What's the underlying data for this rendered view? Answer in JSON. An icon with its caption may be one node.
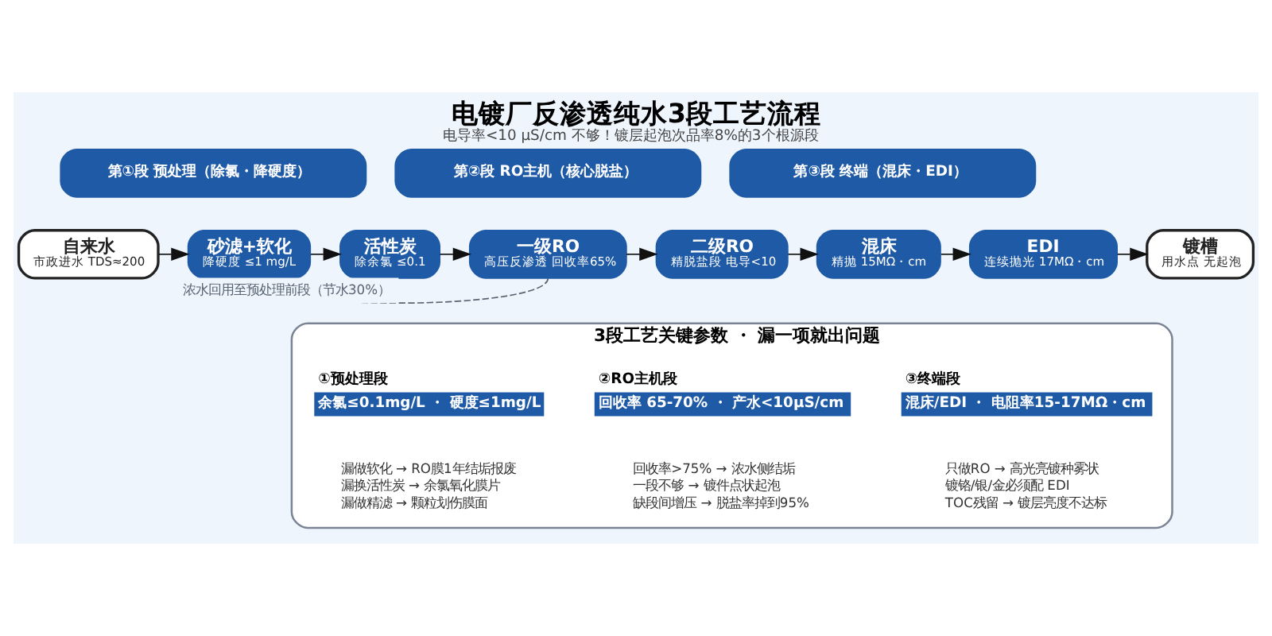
{
  "diagram": {
    "title": "电镀厂反渗透纯水3段工艺流程",
    "caption": "电导率<10 µS/cm 不够！镀层起泡次品率8%的3个根源段",
    "nodes": [
      {
        "text": [
          "第①段 预处理（除氯・降硬度）"
        ]
      },
      {
        "text": [
          "第②段 RO主机（核心脱盐）"
        ]
      },
      {
        "text": [
          "第③段 终端（混床・EDI）"
        ]
      },
      {
        "text": [
          "自来水",
          "市政进水 TDS≈200"
        ]
      },
      {
        "text": [
          "砂滤+软化",
          "降硬度 ≤1 mg/L"
        ]
      },
      {
        "text": [
          "活性炭",
          "除余氯 ≤0.1"
        ]
      },
      {
        "text": [
          "一级RO",
          "高压反渗透 回收率65%"
        ]
      },
      {
        "text": [
          "二级RO",
          "精脱盐段 电导<10"
        ]
      },
      {
        "text": [
          "混床",
          "精抛 15MΩ・cm"
        ]
      },
      {
        "text": [
          "EDI",
          "连续抛光 17MΩ・cm"
        ]
      },
      {
        "text": [
          "镀槽",
          "用水点 无起泡"
        ]
      },
      {
        "text": [
          "3段工艺关键参数 ・ 漏一项就出问题"
        ]
      },
      {
        "text": [
          "①预处理段",
          "余氯≤0.1mg/L ・ 硬度≤1mg/L"
        ],
        "in": 11,
        "beside": [
          "漏做软化 → RO膜1年结垢报废",
          "漏换活性炭 → 余氯氧化膜片",
          "漏做精滤 → 颗粒划伤膜面"
        ]
      },
      {
        "text": [
          "②RO主机段",
          "回收率 65-70% ・ 产水<10μS/cm"
        ],
        "in": 11,
        "beside": [
          "回收率>75% → 浓水侧结垢",
          "一段不够 → 镀件点状起泡",
          "缺段间增压 → 脱盐率掉到95%"
        ]
      },
      {
        "text": [
          "③终端段",
          "混床/EDI ・ 电阻率15-17MΩ・cm"
        ],
        "in": 11,
        "beside": [
          "只做RO → 高光亮镀种雾状",
          "镀铬/银/金必须配 EDI",
          "TOC残留 → 镀层亮度不达标"
        ]
      }
    ],
    "edges": [
      {
        "from": 3,
        "to": 4,
        "arrow": "to"
      },
      {
        "from": 4,
        "to": 5,
        "arrow": "to"
      },
      {
        "from": 5,
        "to": 6,
        "arrow": "to"
      },
      {
        "from": 6,
        "to": 7,
        "arrow": "to"
      },
      {
        "from": 7,
        "to": 8,
        "arrow": "to"
      },
      {
        "from": 8,
        "to": 9,
        "arrow": "to"
      },
      {
        "from": 9,
        "to": 10,
        "arrow": "to"
      },
      {
        "from": 6,
        "to": 4,
        "arrow": "none",
        "label": "浓水回用至预处理前段（节水30%）",
        "style": "dashed",
        "color": "#5a6472"
      }
    ]
  }
}
